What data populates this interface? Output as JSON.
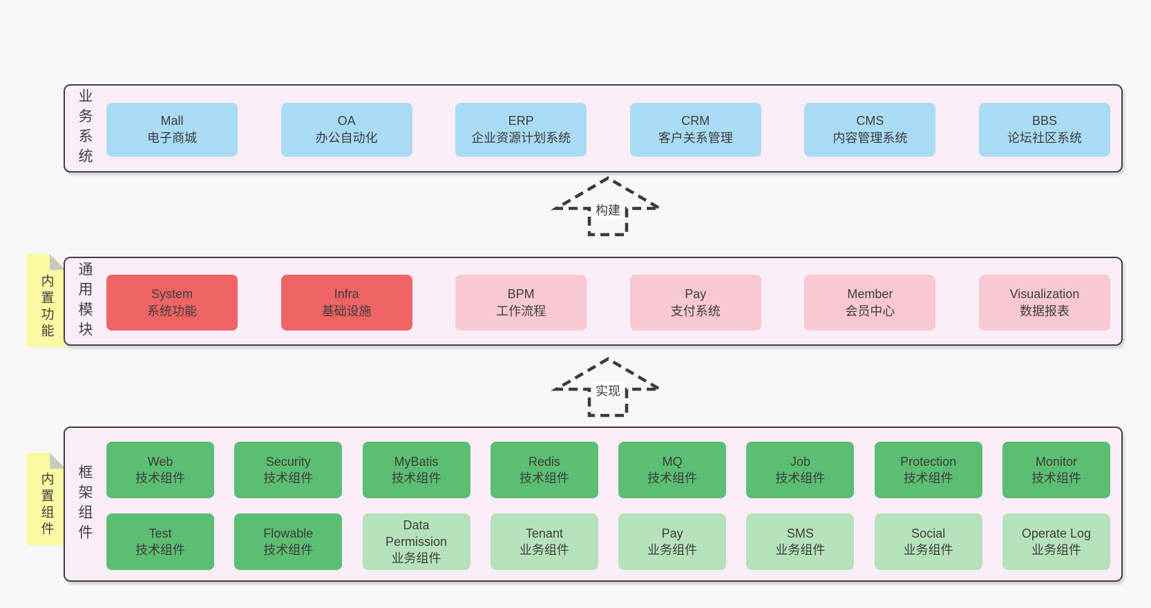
{
  "colors": {
    "page_bg": "#f7f7f7",
    "panel_bg": "#f9eef7",
    "panel_border": "#3f3f3f",
    "box_blue": "#a9dbf5",
    "box_red": "#ef6465",
    "box_pink": "#f9c8d3",
    "box_green": "#5cbe72",
    "box_green_light": "#b5e2bb",
    "sticky_bg": "#fbf9a2",
    "sticky_fold": "#c9c9c2",
    "text": "#3d3d3d",
    "arrow": "#3b3b3b"
  },
  "sections": {
    "business": {
      "label": "业务系统",
      "boxes": [
        {
          "en": "Mall",
          "zh": "电子商城",
          "variant": "blue"
        },
        {
          "en": "OA",
          "zh": "办公自动化",
          "variant": "blue"
        },
        {
          "en": "ERP",
          "zh": "企业资源计划系统",
          "variant": "blue"
        },
        {
          "en": "CRM",
          "zh": "客户关系管理",
          "variant": "blue"
        },
        {
          "en": "CMS",
          "zh": "内容管理系统",
          "variant": "blue"
        },
        {
          "en": "BBS",
          "zh": "论坛社区系统",
          "variant": "blue"
        }
      ]
    },
    "modules": {
      "label": "通用模块",
      "sticky": "内置功能",
      "boxes": [
        {
          "en": "System",
          "zh": "系统功能",
          "variant": "red"
        },
        {
          "en": "Infra",
          "zh": "基础设施",
          "variant": "red"
        },
        {
          "en": "BPM",
          "zh": "工作流程",
          "variant": "pink"
        },
        {
          "en": "Pay",
          "zh": "支付系统",
          "variant": "pink"
        },
        {
          "en": "Member",
          "zh": "会员中心",
          "variant": "pink"
        },
        {
          "en": "Visualization",
          "zh": "数据报表",
          "variant": "pink"
        }
      ]
    },
    "components": {
      "label": "框架组件",
      "sticky": "内置组件",
      "rows": [
        [
          {
            "en": "Web",
            "zh": "技术组件",
            "variant": "green"
          },
          {
            "en": "Security",
            "zh": "技术组件",
            "variant": "green"
          },
          {
            "en": "MyBatis",
            "zh": "技术组件",
            "variant": "green"
          },
          {
            "en": "Redis",
            "zh": "技术组件",
            "variant": "green"
          },
          {
            "en": "MQ",
            "zh": "技术组件",
            "variant": "green"
          },
          {
            "en": "Job",
            "zh": "技术组件",
            "variant": "green"
          },
          {
            "en": "Protection",
            "zh": "技术组件",
            "variant": "green"
          },
          {
            "en": "Monitor",
            "zh": "技术组件",
            "variant": "green"
          }
        ],
        [
          {
            "en": "Test",
            "zh": "技术组件",
            "variant": "green"
          },
          {
            "en": "Flowable",
            "zh": "技术组件",
            "variant": "green"
          },
          {
            "en": "Data Permission",
            "zh": "业务组件",
            "variant": "green-light"
          },
          {
            "en": "Tenant",
            "zh": "业务组件",
            "variant": "green-light"
          },
          {
            "en": "Pay",
            "zh": "业务组件",
            "variant": "green-light"
          },
          {
            "en": "SMS",
            "zh": "业务组件",
            "variant": "green-light"
          },
          {
            "en": "Social",
            "zh": "业务组件",
            "variant": "green-light"
          },
          {
            "en": "Operate Log",
            "zh": "业务组件",
            "variant": "green-light"
          }
        ]
      ]
    }
  },
  "arrows": [
    {
      "label": "构建"
    },
    {
      "label": "实现"
    }
  ]
}
